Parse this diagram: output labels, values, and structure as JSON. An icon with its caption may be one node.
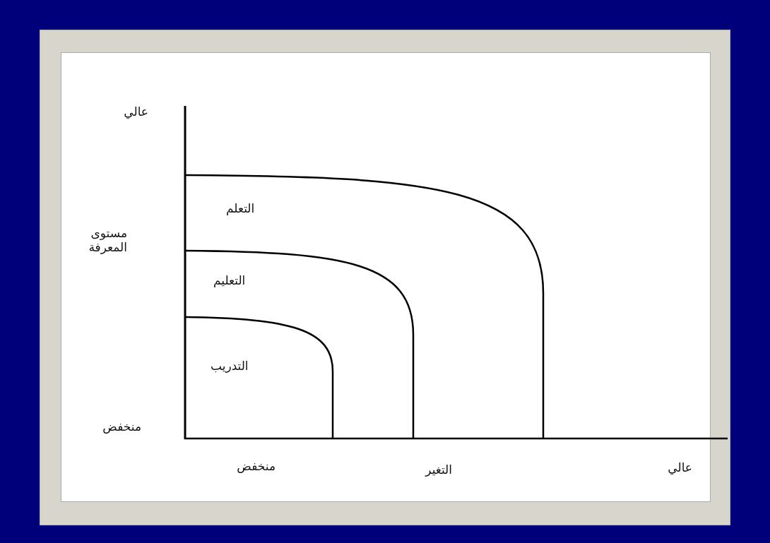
{
  "diagram": {
    "nodes": [
      {
        "text": [
          "التعلم"
        ]
      },
      {
        "text": [
          "التعليم"
        ],
        "in": 0
      },
      {
        "text": [
          "التدريب"
        ],
        "in": 1
      }
    ],
    "labels": [
      "عالي",
      "مستوى المعرفة",
      "منخفض",
      "منخفض",
      "التغير",
      "عالي"
    ]
  }
}
